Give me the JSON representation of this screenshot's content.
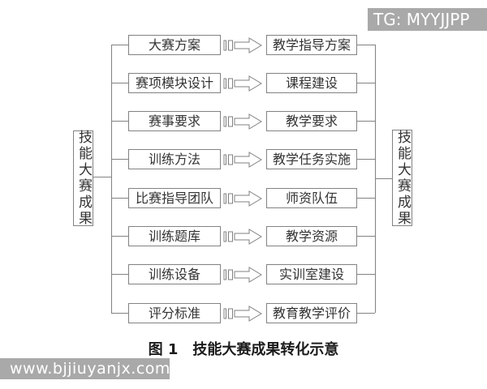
{
  "figure": {
    "caption_prefix": "图 1",
    "caption_title": "技能大赛成果转化示意"
  },
  "watermarks": {
    "top_right": "TG: MYYJJPP",
    "bottom_left": "www.bjjiuyanjx.com"
  },
  "diagram": {
    "left_group_label": "技能大赛成果",
    "right_group_label": "技能大赛成果",
    "rows": [
      {
        "source": "大赛方案",
        "target": "教学指导方案"
      },
      {
        "source": "赛项模块设计",
        "target": "课程建设"
      },
      {
        "source": "赛事要求",
        "target": "教学要求"
      },
      {
        "source": "训练方法",
        "target": "教学任务实施"
      },
      {
        "source": "比赛指导团队",
        "target": "师资队伍"
      },
      {
        "source": "训练题库",
        "target": "教学资源"
      },
      {
        "source": "训练设备",
        "target": "实训室建设"
      },
      {
        "source": "评分标准",
        "target": "教育教学评价"
      }
    ]
  },
  "colors": {
    "line": "#828282",
    "box_text": "#333333",
    "caption_text": "#1c1c1c",
    "watermark_bg": "#a9a9a9",
    "watermark_text": "#ffffff",
    "background": "#ffffff"
  }
}
